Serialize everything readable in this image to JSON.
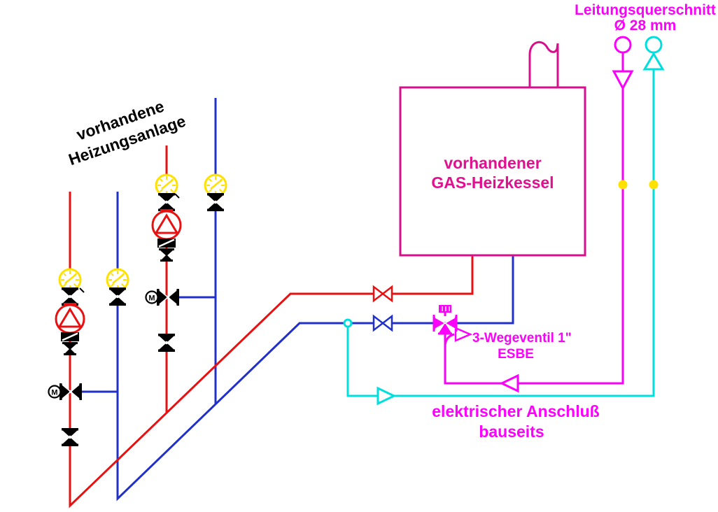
{
  "annotations": {
    "pipe_cross_section": {
      "line1": "Leitungsquerschnitt",
      "line2": "Ø 28 mm"
    },
    "existing_system": {
      "line1": "vorhandene",
      "line2": "Heizungsanlage"
    },
    "boiler": {
      "line1": "vorhandener",
      "line2": "GAS-Heizkessel"
    },
    "three_way_valve": {
      "line1": "3-Wegeventil 1\"",
      "line2": "ESBE"
    },
    "electrical_connection": {
      "line1": "elektrischer Anschluß",
      "line2": "bauseits"
    },
    "motor_valve_label": "M"
  },
  "colors": {
    "pipe_supply_red": "#e81111",
    "pipe_return_blue": "#2130c9",
    "signal_magenta": "#fb00fb",
    "boiler_pink": "#d60f8d",
    "electric_cyan": "#00dede",
    "gauge_yellow": "#ffe100",
    "symbol_black": "#000000"
  }
}
